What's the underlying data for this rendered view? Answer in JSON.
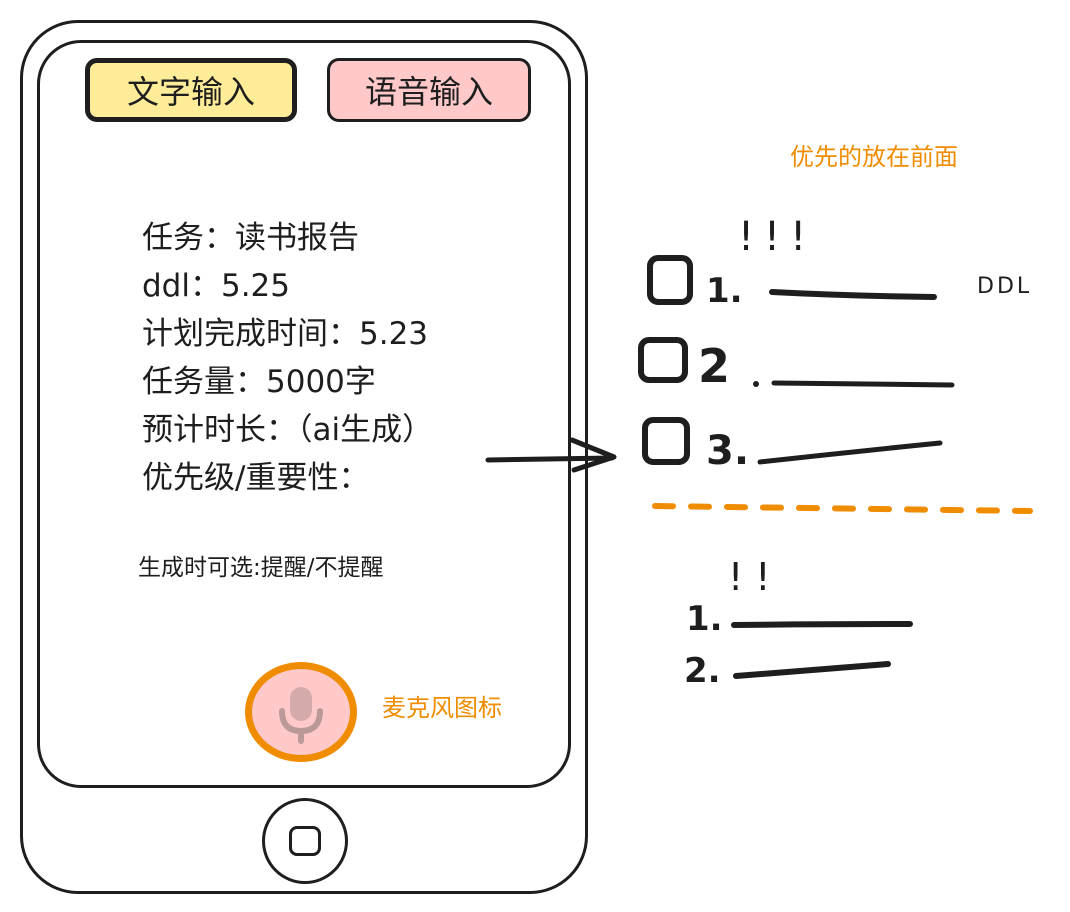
{
  "tabs": {
    "text_input": "文字输入",
    "voice_input": "语音输入"
  },
  "form": {
    "task": "任务：读书报告",
    "ddl": "ddl：5.25",
    "planned_finish": "计划完成时间：5.23",
    "workload": "任务量：5000字",
    "estimated_duration": "预计时长：（ai生成）",
    "priority": "优先级/重要性："
  },
  "generation_option": "生成时可选:提醒/不提醒",
  "mic_annotation": "麦克风图标",
  "priority_annotation": "优先的放在前面",
  "ddl_annotation": "DDL",
  "list_top": {
    "marks": "!!!",
    "items": [
      "1.",
      "2",
      "3."
    ]
  },
  "list_bottom": {
    "marks": "!!",
    "items": [
      "1.",
      "2."
    ]
  },
  "colors": {
    "accent_orange": "#f08c00",
    "tab_yellow": "#ffec99",
    "tab_pink": "#ffc9c9",
    "ink": "#1e1e1e"
  },
  "icons": [
    "microphone-icon",
    "home-button-icon",
    "checkbox-icon",
    "arrow-right-icon"
  ]
}
